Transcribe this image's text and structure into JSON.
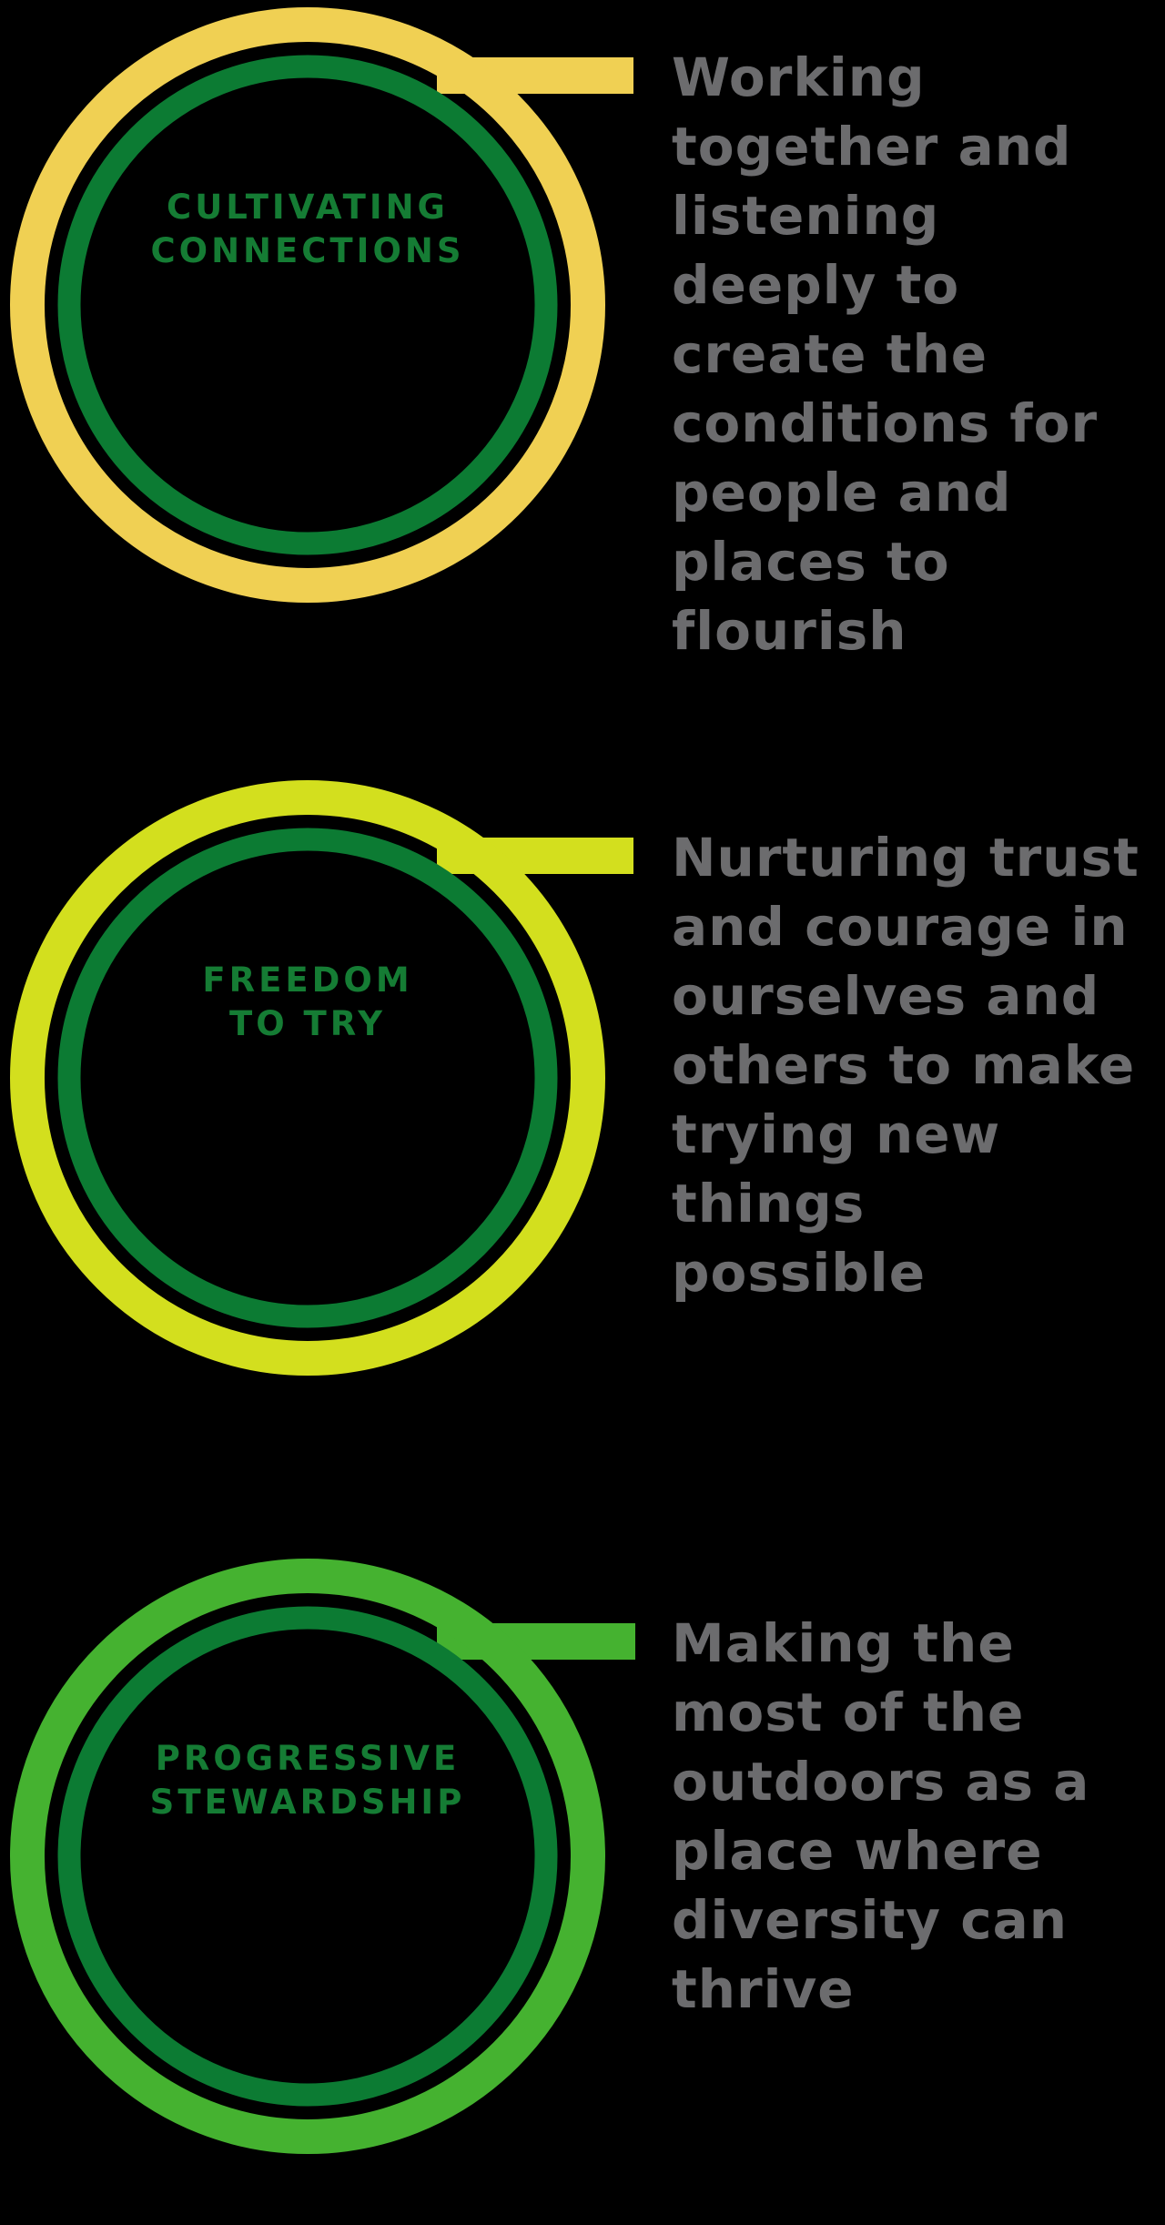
{
  "background_color": "#000000",
  "description_text_color": "#6C6C6E",
  "inner_ring_color": "#0C7B33",
  "label_color": "#157C34",
  "groups": [
    {
      "label_line1": "CULTIVATING",
      "label_line2": "CONNECTIONS",
      "ring_color": "#F0D053",
      "description_lines": [
        "Working",
        "together and",
        "listening",
        "deeply to",
        "create the",
        "conditions for",
        "people and",
        "places to",
        "flourish"
      ]
    },
    {
      "label_line1": "FREEDOM",
      "label_line2": "TO TRY",
      "ring_color": "#D3DF1E",
      "description_lines": [
        "Nurturing trust",
        "and courage in",
        "ourselves and",
        "others to make",
        "trying new",
        "things",
        "possible"
      ]
    },
    {
      "label_line1": "PROGRESSIVE",
      "label_line2": "STEWARDSHIP",
      "ring_color": "#45B230",
      "description_lines": [
        "Making the",
        "most of the",
        "outdoors as a",
        "place where",
        "diversity can",
        "thrive"
      ]
    }
  ]
}
